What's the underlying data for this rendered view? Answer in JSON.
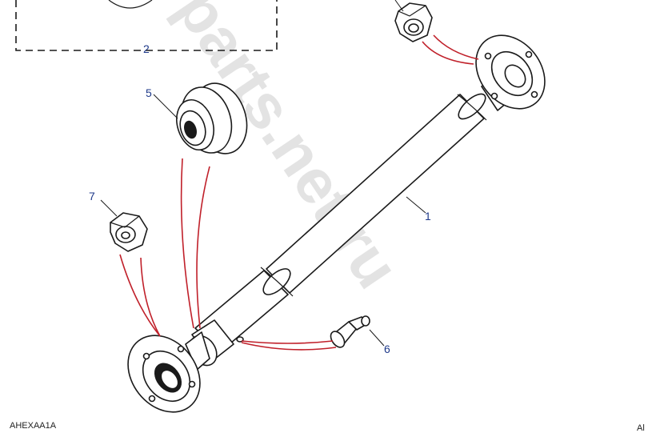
{
  "watermark": "parts.net.ru",
  "figure_code": "AHEXAA1A",
  "corner_label_right": "Al",
  "callouts": {
    "kit_box": "2",
    "propshaft": "1",
    "gaiter": "5",
    "grease_nipple": "6",
    "nut_left": "7"
  },
  "colors": {
    "callout_text": "#1f3a8a",
    "leader_red": "#c0202a",
    "ink": "#1a1a1a",
    "watermark": "#e3e3e3"
  }
}
